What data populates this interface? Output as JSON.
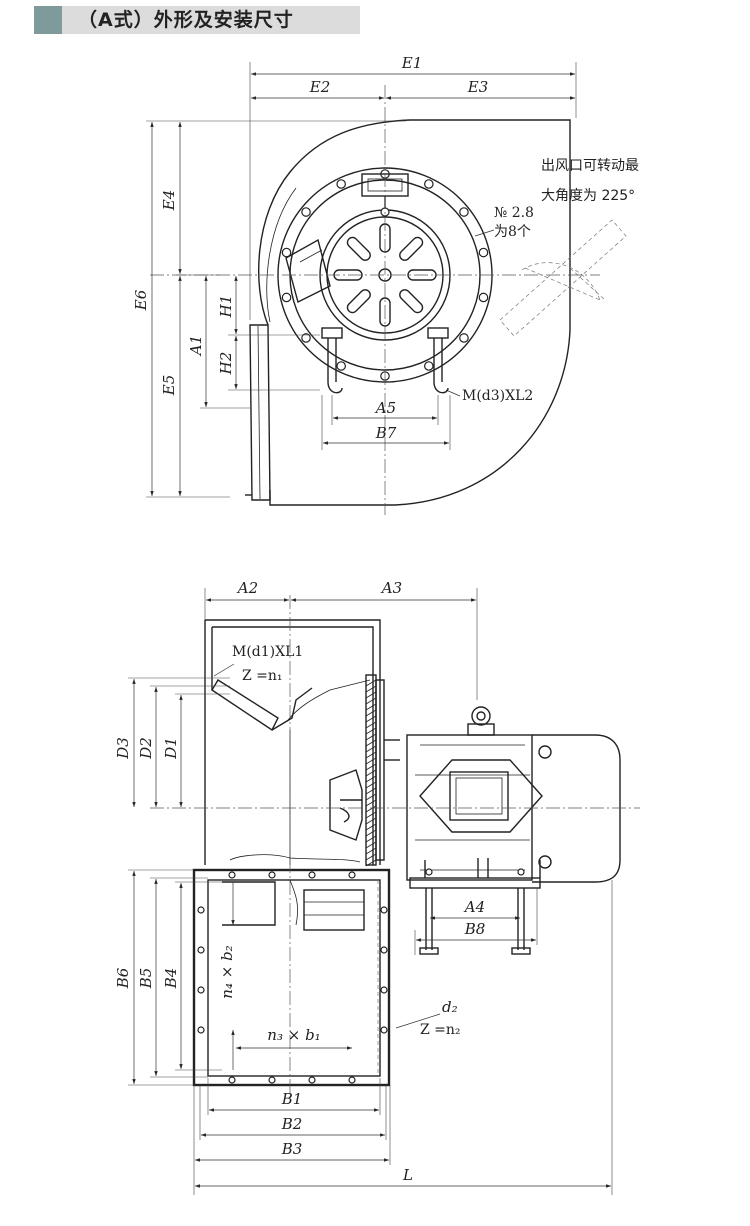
{
  "header": {
    "title": "（A式）外形及安装尺寸",
    "accent_color": "#7f9a9a",
    "band_color": "#dcdcdc"
  },
  "top_view": {
    "dims": {
      "E1": "E1",
      "E2": "E2",
      "E3": "E3",
      "E4": "E4",
      "E5": "E5",
      "E6": "E6",
      "A1": "A1",
      "H1": "H1",
      "H2": "H2",
      "A5": "A5",
      "B7": "B7"
    },
    "note_line1": "出风口可转动最",
    "note_line2": "大角度为 225°",
    "hole_line1": "№ 2.8",
    "hole_line2": "为8个",
    "bolt_label": "M(d3)XL2"
  },
  "side_view": {
    "dims": {
      "A2": "A2",
      "A3": "A3",
      "D1": "D1",
      "D2": "D2",
      "D3": "D3",
      "B1": "B1",
      "B2": "B2",
      "B3": "B3",
      "B4": "B4",
      "B5": "B5",
      "B6": "B6",
      "A4": "A4",
      "B8": "B8",
      "L": "L"
    },
    "bolt_label": "M(d1)XL1",
    "z1_label": "Z =n₁",
    "n4b2_label": "n₄ × b₂",
    "n3b1_label": "n₃ × b₁",
    "d2_label": "d₂",
    "z2_label": "Z =n₂"
  }
}
